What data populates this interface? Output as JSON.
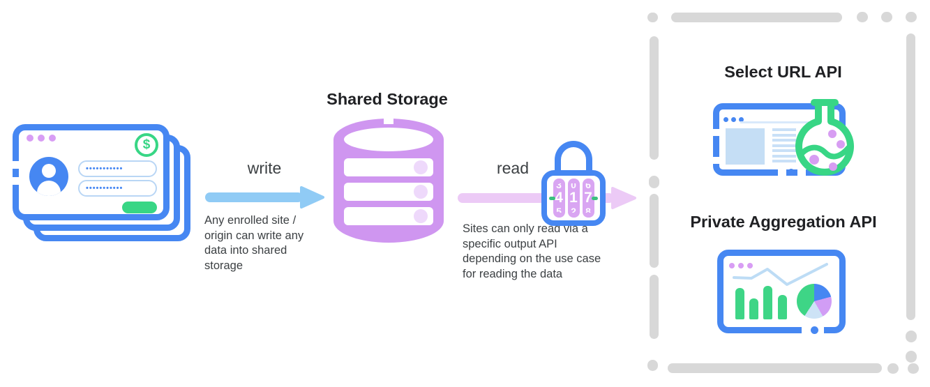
{
  "palette": {
    "blue": "#4687F2",
    "green": "#38D685",
    "purple_db": "#CF96F0",
    "violet_dots": "#D89DF4",
    "write_arrow_blue": "#90CBF5",
    "read_arrow_lavender": "#ECCAF6",
    "light_blue_content": "#C9E0F7",
    "frame_gray": "#D8D8D8",
    "title_text": "#202124",
    "body_text": "#3C4043"
  },
  "site_window": {
    "password_dots": "•••••••••••",
    "dollar_symbol": "$"
  },
  "write": {
    "label": "write",
    "note": "Any enrolled site /\norigin can write any\ndata into shared\nstorage"
  },
  "storage": {
    "title": "Shared Storage"
  },
  "read": {
    "label": "read",
    "note": "Sites can only read via a\nspecific output API\ndepending on the use case\nfor reading the data"
  },
  "lock": {
    "code": "417",
    "wheels": [
      {
        "above": "3",
        "digit": "4",
        "below": "5"
      },
      {
        "above": "0",
        "digit": "1",
        "below": "2"
      },
      {
        "above": "6",
        "digit": "7",
        "below": "8"
      }
    ]
  },
  "apis": {
    "select_url": {
      "title": "Select URL API"
    },
    "private_aggregation": {
      "title": "Private Aggregation API"
    }
  }
}
